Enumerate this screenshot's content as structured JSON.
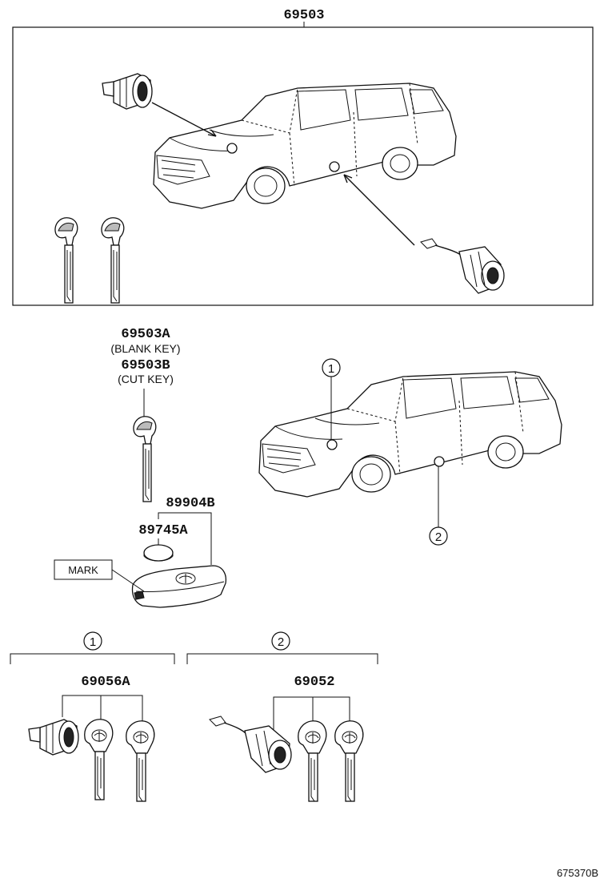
{
  "labels": {
    "kit_number": "69503",
    "blank_key_number": "69503A",
    "blank_key_desc": "(BLANK KEY)",
    "cut_key_number": "69503B",
    "cut_key_desc": "(CUT KEY)",
    "transmitter_number": "89904B",
    "battery_number": "89745A",
    "mark_label": "MARK",
    "callout_1": "1",
    "callout_2": "2",
    "group_1_number": "69056A",
    "group_2_number": "69052",
    "diagram_id": "675370B"
  }
}
